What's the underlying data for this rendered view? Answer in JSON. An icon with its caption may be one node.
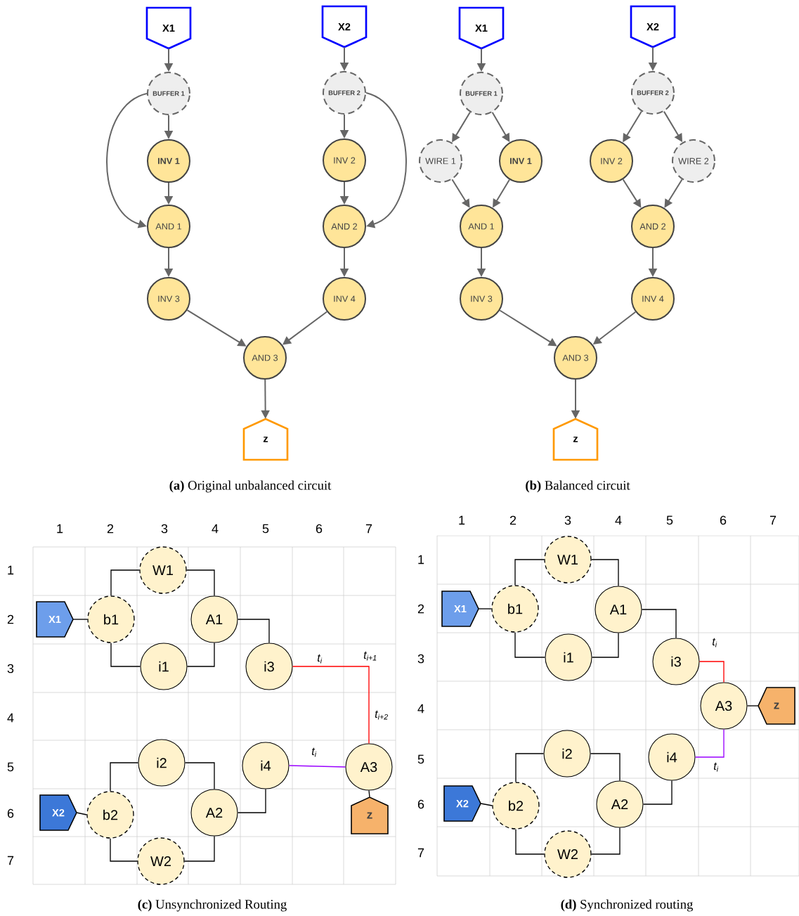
{
  "diagram": {
    "nodes": [
      {
        "text": [
          "X1"
        ]
      },
      {
        "text": [
          "X2"
        ]
      },
      {
        "text": [
          "BUFFER 1"
        ]
      },
      {
        "text": [
          "BUFFER 2"
        ]
      },
      {
        "text": [
          "INV 1"
        ]
      },
      {
        "text": [
          "INV 2"
        ]
      },
      {
        "text": [
          "AND 1"
        ]
      },
      {
        "text": [
          "AND 2"
        ]
      },
      {
        "text": [
          "INV 3"
        ]
      },
      {
        "text": [
          "INV 4"
        ]
      },
      {
        "text": [
          "AND 3"
        ]
      },
      {
        "text": [
          "z"
        ]
      },
      {
        "text": [
          "X1"
        ]
      },
      {
        "text": [
          "X2"
        ]
      },
      {
        "text": [
          "BUFFER 1"
        ]
      },
      {
        "text": [
          "BUFFER 2"
        ]
      },
      {
        "text": [
          "WIRE 1"
        ]
      },
      {
        "text": [
          "INV 1"
        ]
      },
      {
        "text": [
          "INV 2"
        ]
      },
      {
        "text": [
          "WIRE 2"
        ]
      },
      {
        "text": [
          "AND 1"
        ]
      },
      {
        "text": [
          "AND 2"
        ]
      },
      {
        "text": [
          "INV 3"
        ]
      },
      {
        "text": [
          "INV 4"
        ]
      },
      {
        "text": [
          "AND 3"
        ]
      },
      {
        "text": [
          "z"
        ]
      },
      {
        "text": [
          "W1"
        ]
      },
      {
        "text": [
          "X1"
        ]
      },
      {
        "text": [
          "b1"
        ]
      },
      {
        "text": [
          "A1"
        ]
      },
      {
        "text": [
          "i1"
        ]
      },
      {
        "text": [
          "i3"
        ]
      },
      {
        "text": [
          "i2"
        ]
      },
      {
        "text": [
          "i4"
        ]
      },
      {
        "text": [
          "A3"
        ]
      },
      {
        "text": [
          "X2"
        ]
      },
      {
        "text": [
          "b2"
        ]
      },
      {
        "text": [
          "A2"
        ]
      },
      {
        "text": [
          "z"
        ]
      },
      {
        "text": [
          "W2"
        ]
      },
      {
        "text": [
          "W1"
        ]
      },
      {
        "text": [
          "X1"
        ]
      },
      {
        "text": [
          "b1"
        ]
      },
      {
        "text": [
          "A1"
        ]
      },
      {
        "text": [
          "i1"
        ]
      },
      {
        "text": [
          "i3"
        ]
      },
      {
        "text": [
          "A3"
        ]
      },
      {
        "text": [
          "z"
        ]
      },
      {
        "text": [
          "i2"
        ]
      },
      {
        "text": [
          "i4"
        ]
      },
      {
        "text": [
          "X2"
        ]
      },
      {
        "text": [
          "b2"
        ]
      },
      {
        "text": [
          "A2"
        ]
      },
      {
        "text": [
          "W2"
        ]
      }
    ],
    "edges": [
      {
        "from": 0,
        "to": 2,
        "arrow": "to"
      },
      {
        "from": 1,
        "to": 3,
        "arrow": "to"
      },
      {
        "from": 2,
        "to": 4,
        "arrow": "to"
      },
      {
        "from": 2,
        "to": 6,
        "arrow": "to"
      },
      {
        "from": 3,
        "to": 5,
        "arrow": "to"
      },
      {
        "from": 3,
        "to": 7,
        "arrow": "to"
      },
      {
        "from": 4,
        "to": 6,
        "arrow": "to"
      },
      {
        "from": 5,
        "to": 7,
        "arrow": "to"
      },
      {
        "from": 6,
        "to": 8,
        "arrow": "to"
      },
      {
        "from": 7,
        "to": 9,
        "arrow": "to"
      },
      {
        "from": 8,
        "to": 10,
        "arrow": "to"
      },
      {
        "from": 9,
        "to": 10,
        "arrow": "to"
      },
      {
        "from": 10,
        "to": 11,
        "arrow": "to"
      },
      {
        "from": 12,
        "to": 14,
        "arrow": "to"
      },
      {
        "from": 13,
        "to": 15,
        "arrow": "to"
      },
      {
        "from": 14,
        "to": 16,
        "arrow": "to"
      },
      {
        "from": 14,
        "to": 17,
        "arrow": "to"
      },
      {
        "from": 15,
        "to": 18,
        "arrow": "to"
      },
      {
        "from": 15,
        "to": 19,
        "arrow": "to"
      },
      {
        "from": 16,
        "to": 20,
        "arrow": "to"
      },
      {
        "from": 17,
        "to": 20,
        "arrow": "to"
      },
      {
        "from": 18,
        "to": 21,
        "arrow": "to"
      },
      {
        "from": 19,
        "to": 21,
        "arrow": "to"
      },
      {
        "from": 20,
        "to": 22,
        "arrow": "to"
      },
      {
        "from": 21,
        "to": 23,
        "arrow": "to"
      },
      {
        "from": 22,
        "to": 24,
        "arrow": "to"
      },
      {
        "from": 23,
        "to": 24,
        "arrow": "to"
      },
      {
        "from": 24,
        "to": 25,
        "arrow": "to"
      },
      {
        "from": 27,
        "to": 28,
        "arrow": "none",
        "color": "#000000"
      },
      {
        "from": 28,
        "to": 26,
        "arrow": "none",
        "color": "#000000"
      },
      {
        "from": 28,
        "to": 30,
        "arrow": "none",
        "color": "#000000"
      },
      {
        "from": 26,
        "to": 29,
        "arrow": "none",
        "color": "#000000"
      },
      {
        "from": 30,
        "to": 29,
        "arrow": "none",
        "color": "#000000"
      },
      {
        "from": 29,
        "to": 31,
        "arrow": "none",
        "color": "#000000"
      },
      {
        "from": 31,
        "to": 34,
        "arrow": "none",
        "label": "t$_{i}$",
        "color": "#ff0000"
      },
      {
        "from": 35,
        "to": 36,
        "arrow": "none",
        "color": "#000000"
      },
      {
        "from": 36,
        "to": 32,
        "arrow": "none",
        "color": "#000000"
      },
      {
        "from": 36,
        "to": 39,
        "arrow": "none",
        "color": "#000000"
      },
      {
        "from": 32,
        "to": 37,
        "arrow": "none",
        "color": "#000000"
      },
      {
        "from": 39,
        "to": 37,
        "arrow": "none",
        "color": "#000000"
      },
      {
        "from": 37,
        "to": 33,
        "arrow": "none",
        "color": "#000000"
      },
      {
        "from": 33,
        "to": 34,
        "arrow": "none",
        "label": "t$_{i}$",
        "color": "#9900ff"
      },
      {
        "from": 34,
        "to": 38,
        "arrow": "none",
        "color": "#000000"
      },
      {
        "from": 41,
        "to": 42,
        "arrow": "none",
        "color": "#000000"
      },
      {
        "from": 42,
        "to": 40,
        "arrow": "none",
        "color": "#000000"
      },
      {
        "from": 42,
        "to": 44,
        "arrow": "none",
        "color": "#000000"
      },
      {
        "from": 40,
        "to": 43,
        "arrow": "none",
        "color": "#000000"
      },
      {
        "from": 44,
        "to": 43,
        "arrow": "none",
        "color": "#000000"
      },
      {
        "from": 43,
        "to": 45,
        "arrow": "none",
        "color": "#000000"
      },
      {
        "from": 45,
        "to": 46,
        "arrow": "none",
        "label": "t$_{i}$",
        "color": "#ff0000"
      },
      {
        "from": 46,
        "to": 47,
        "arrow": "none",
        "color": "#000000"
      },
      {
        "from": 50,
        "to": 51,
        "arrow": "none",
        "color": "#000000"
      },
      {
        "from": 51,
        "to": 48,
        "arrow": "none",
        "color": "#000000"
      },
      {
        "from": 51,
        "to": 53,
        "arrow": "none",
        "color": "#000000"
      },
      {
        "from": 48,
        "to": 52,
        "arrow": "none",
        "color": "#000000"
      },
      {
        "from": 53,
        "to": 52,
        "arrow": "none",
        "color": "#000000"
      },
      {
        "from": 52,
        "to": 49,
        "arrow": "none",
        "color": "#000000"
      },
      {
        "from": 49,
        "to": 46,
        "arrow": "none",
        "label": "t$_{i}$",
        "color": "#9900ff"
      }
    ],
    "labels": [
      "**(a)** Original unbalanced circuit",
      "**(b)** Balanced circuit",
      "1",
      "2",
      "3",
      "4",
      "5",
      "6",
      "7",
      "1",
      "2",
      "3",
      "4",
      "5",
      "6",
      "7",
      "t$_{i+1}$",
      "t$_{i+2}$",
      "1",
      "2",
      "3",
      "4",
      "5",
      "6",
      "7",
      "1",
      "2",
      "3",
      "4",
      "5",
      "6",
      "7",
      "**(c)** Unsynchronized Routing",
      "**(d)** Synchronized routing"
    ]
  }
}
